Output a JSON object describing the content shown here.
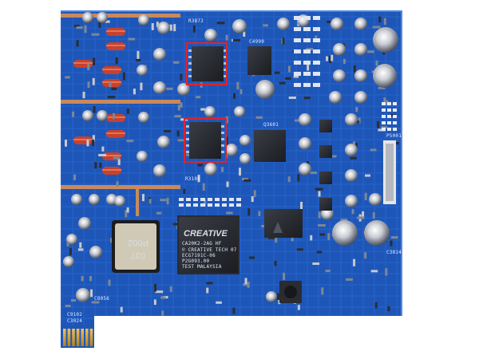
{
  "board": {
    "brand": "CREATIVE",
    "dsp_line1": "CA20K2-2AG HF",
    "dsp_line2": "© CREATIVE TECH 07",
    "dsp_line3": "ECG7191C-06",
    "dsp_line4": "P2G093.00",
    "dsp_line5": "TEST MALAYSIA",
    "inductor_top": "037",
    "inductor_bottom": "P002",
    "silk_labels": [
      "R3872",
      "C4990",
      "C8056",
      "C9102",
      "R3108",
      "Q3601",
      "C3814",
      "P5001",
      "C3024"
    ],
    "colors": {
      "pcb": "#1e56b8",
      "pcb_dark": "#143f8f",
      "highlight_box": "#e0222a",
      "gold_finger": "#d9a630"
    }
  }
}
